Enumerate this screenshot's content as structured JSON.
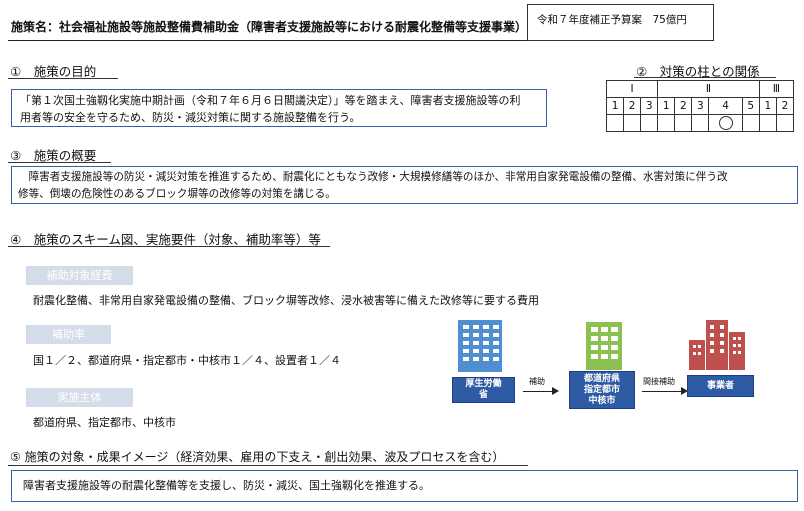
{
  "header": {
    "title": "施策名：社会福祉施設等施設整備費補助金（障害者支援施設等における耐震化整備等支援事業）",
    "budget": "令和７年度補正予算案　75億円"
  },
  "sections": {
    "purpose": {
      "heading": "①　施策の目的",
      "lines": [
        "「第１次国土強靱化実施中期計画（令和７年６月６日閣議決定）」等を踏まえ、障害者支援施設等の利",
        "用者等の安全を守るため、防災・減災対策に関する施設整備を行う。"
      ]
    },
    "pillars": {
      "heading": "②　対策の柱との関係",
      "groups": [
        "Ⅰ",
        "Ⅱ",
        "Ⅲ"
      ],
      "numbers": [
        "1",
        "2",
        "3",
        "1",
        "2",
        "3",
        "4",
        "5",
        "1",
        "2"
      ],
      "marked_index": 6
    },
    "overview": {
      "heading": "③　施策の概要",
      "lines": [
        "　障害者支援施設等の防災・減災対策を推進するため、耐震化にともなう改修・大規模修繕等のほか、非常用自家発電設備の整備、水害対策に伴う改",
        "修等、倒壊の危険性のあるブロック塀等の改修等の対策を講じる。"
      ]
    },
    "scheme": {
      "heading": "④　施策のスキーム図、実施要件（対象、補助率等）等",
      "items": [
        {
          "tag": "補助対象経費",
          "text": "耐震化整備、非常用自家発電設備の整備、ブロック塀等改修、浸水被害等に備えた改修等に要する費用"
        },
        {
          "tag": "補助率",
          "text": "国１／２、都道府県・指定都市・中核市１／４、設置者１／４"
        },
        {
          "tag": "実施主体",
          "text": "都道府県、指定都市、中核市"
        }
      ],
      "flow": {
        "nodes": [
          {
            "lines": [
              "厚生労働",
              "省"
            ],
            "color": "#4f8fd1"
          },
          {
            "lines": [
              "都道府県",
              "指定都市",
              "中核市"
            ],
            "color": "#8cc152"
          },
          {
            "lines": [
              "事業者"
            ],
            "color": "#c0504d"
          }
        ],
        "edges": [
          "補助",
          "間接補助"
        ]
      }
    },
    "outcome": {
      "heading": "⑤ 施策の対象・成果イメージ（経済効果、雇用の下支え・創出効果、波及プロセスを含む）",
      "text": "障害者支援施設等の耐震化整備等を支援し、防災・減災、国土強靱化を推進する。"
    }
  }
}
